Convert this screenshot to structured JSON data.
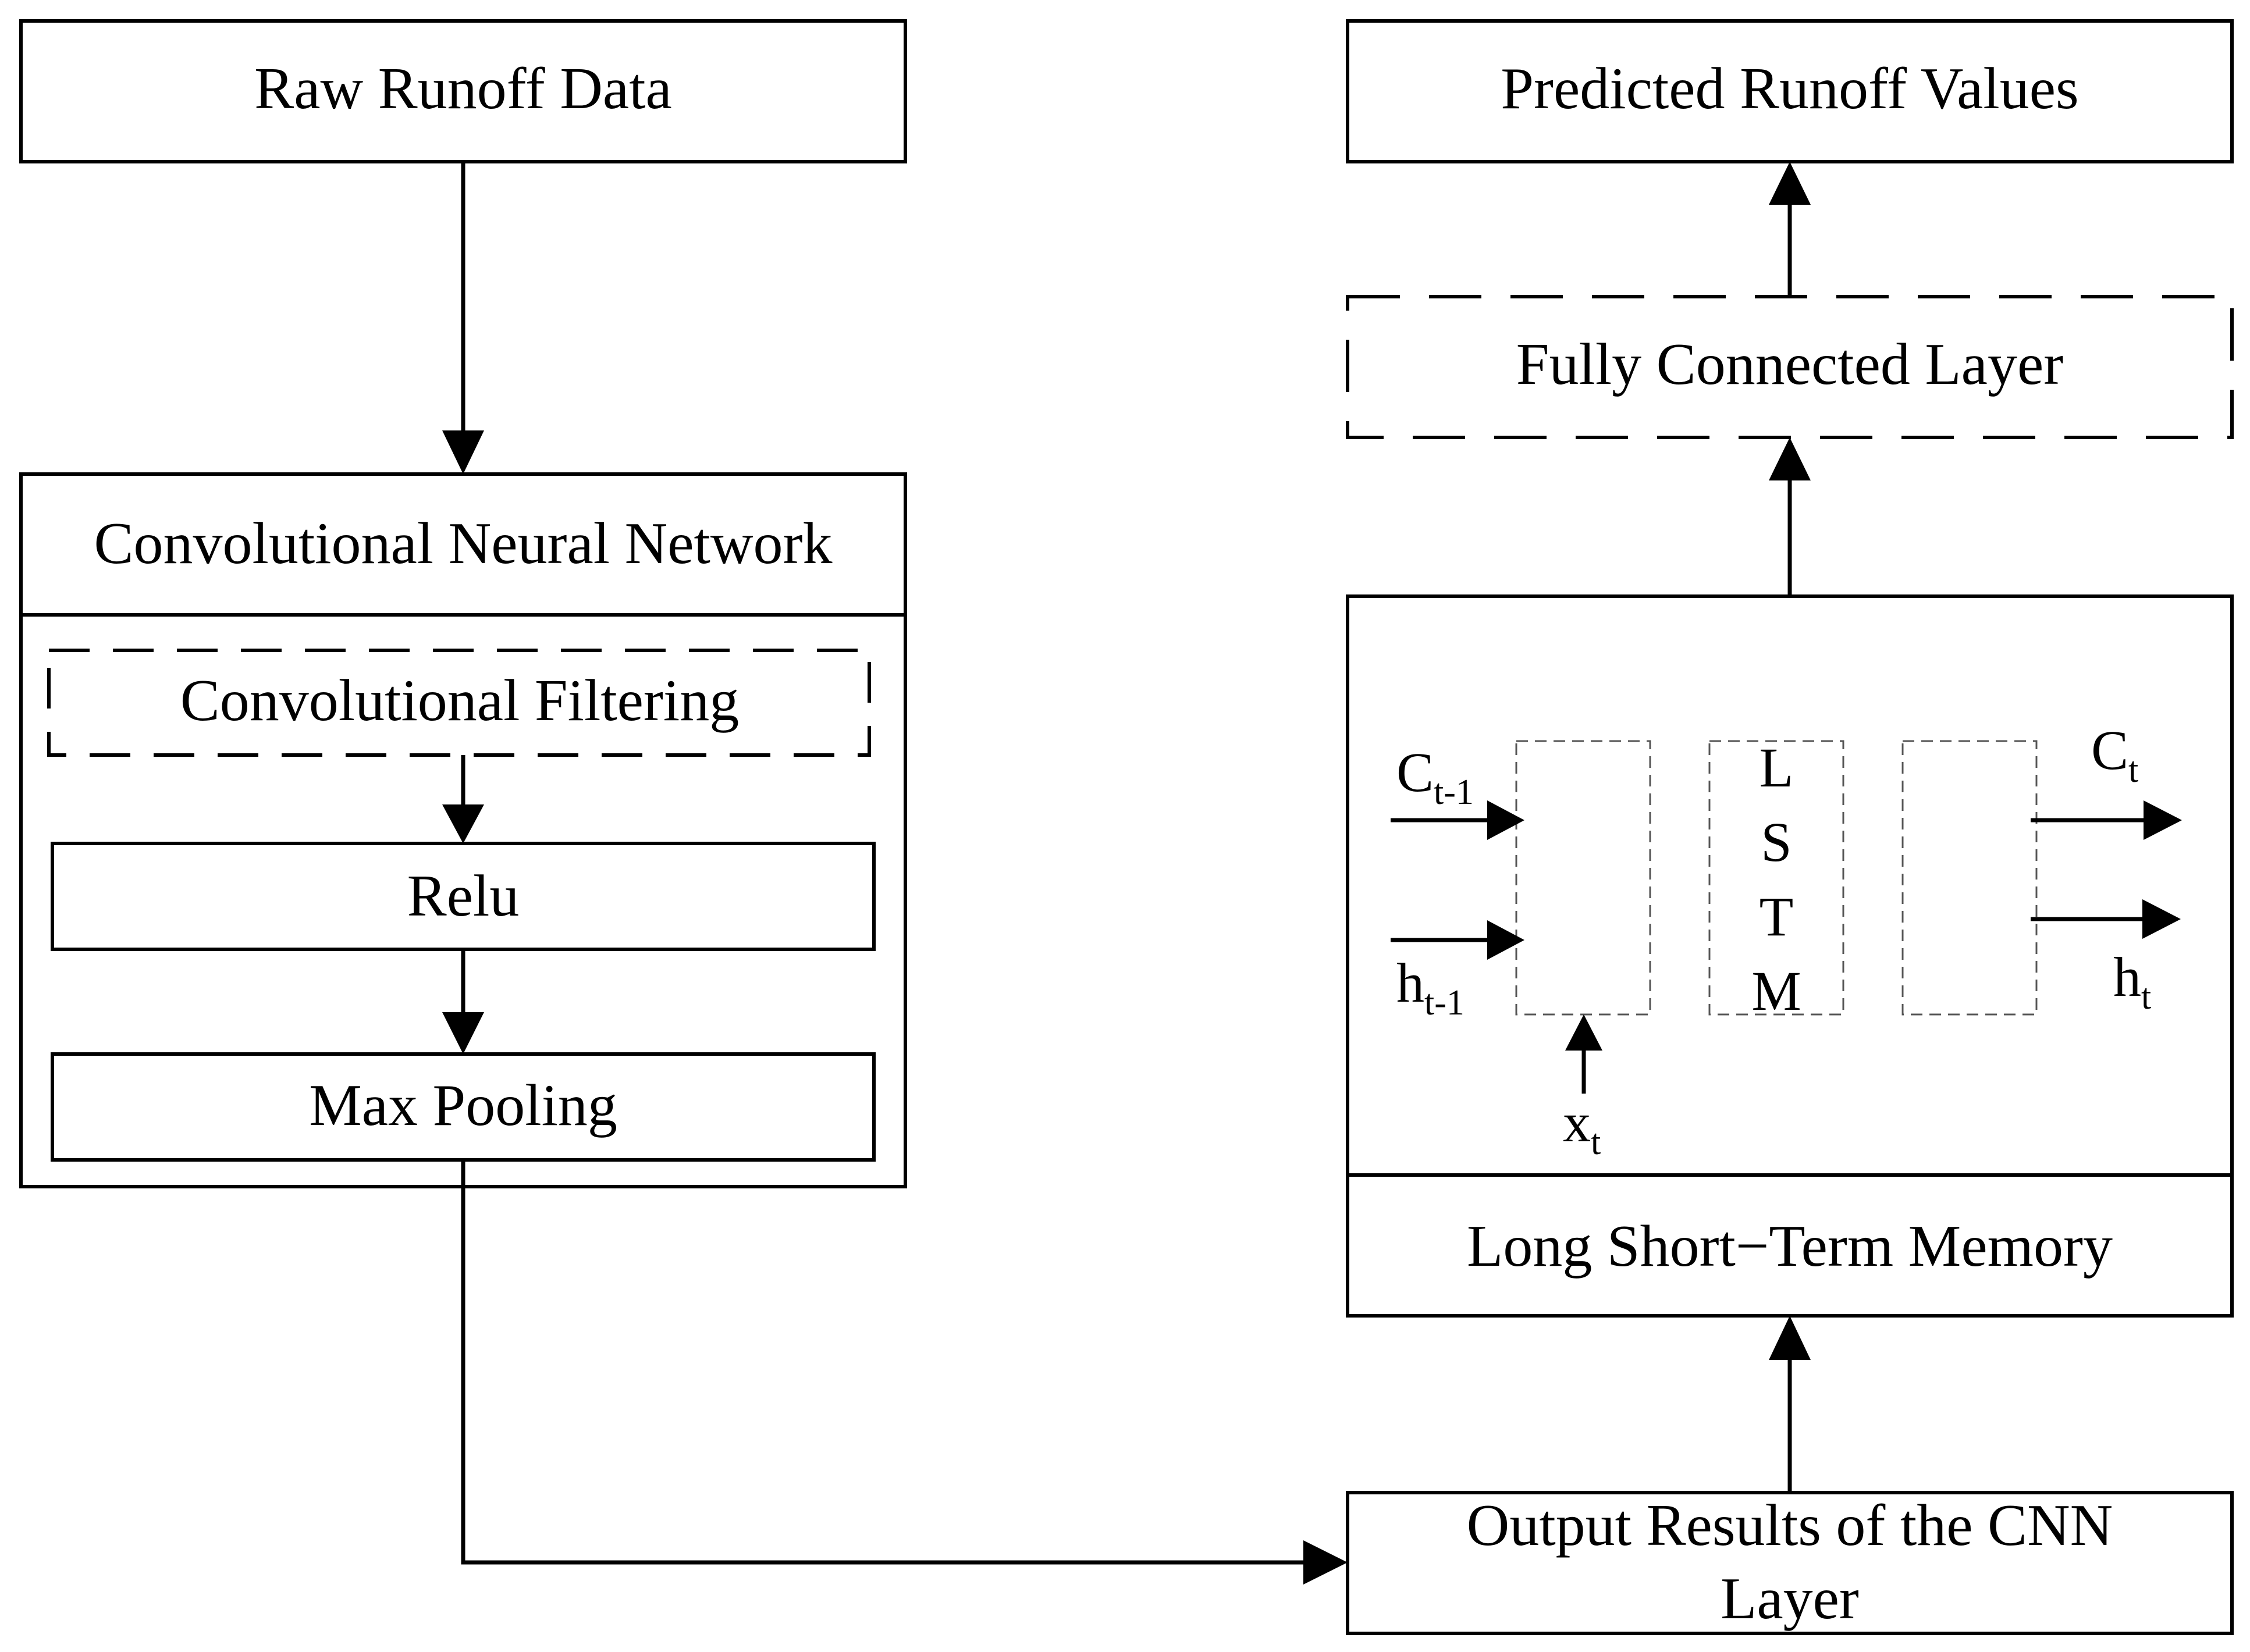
{
  "raw_data": {
    "label": "Raw Runoff Data"
  },
  "cnn": {
    "title": "Convolutional Neural Network",
    "filtering": "Convolutional Filtering",
    "relu": "Relu",
    "pooling": "Max Pooling"
  },
  "cnn_output": {
    "line1": "Output Results of the CNN",
    "line2": "Layer"
  },
  "lstm": {
    "title": "Long Short−Term Memory",
    "letters": [
      "L",
      "S",
      "T",
      "M"
    ],
    "c_prev": {
      "base": "C",
      "sub": "t-1"
    },
    "h_prev": {
      "base": "h",
      "sub": "t-1"
    },
    "x_t": {
      "base": "x",
      "sub": "t"
    },
    "c_t": {
      "base": "C",
      "sub": "t"
    },
    "h_t": {
      "base": "h",
      "sub": "t"
    }
  },
  "fully_connected": {
    "label": "Fully Connected Layer"
  },
  "predicted": {
    "label": "Predicted Runoff Values"
  }
}
